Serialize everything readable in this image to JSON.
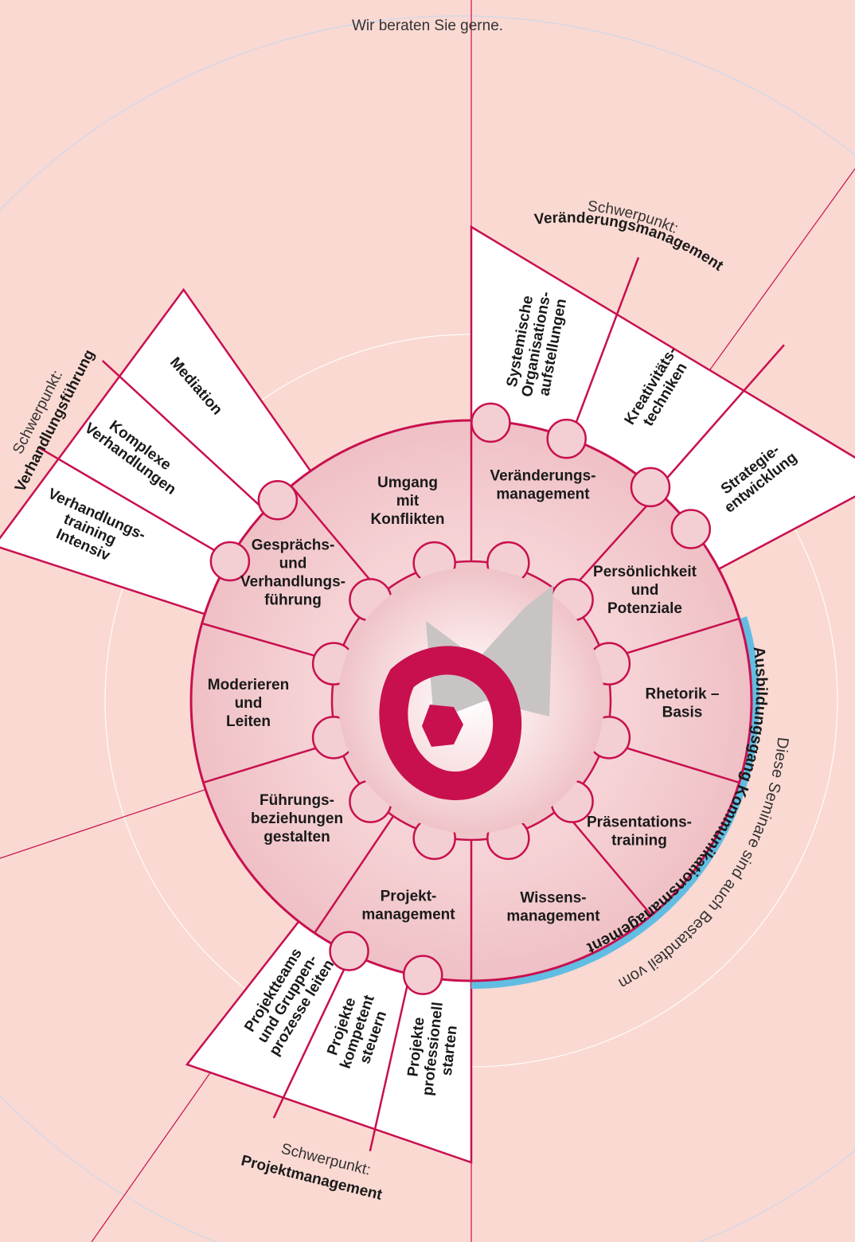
{
  "top_note": "Wir beraten Sie gerne.",
  "colors": {
    "background": "#fad9d2",
    "accent": "#c8104f",
    "wheel_fill": "#f1c4c9",
    "hub_fill": "#f7d8dc",
    "blade_fill": "#ffffff",
    "band": "#62bde3",
    "logo_gray": "#c9c4c4"
  },
  "segments": [
    {
      "id": "veraenderungsmanagement",
      "lines": [
        "Veränderungs-",
        "management"
      ]
    },
    {
      "id": "persoenlichkeit",
      "lines": [
        "Persönlichkeit",
        "und",
        "Potenziale"
      ]
    },
    {
      "id": "rhetorik",
      "lines": [
        "Rhetorik –",
        "Basis"
      ]
    },
    {
      "id": "praesentation",
      "lines": [
        "Präsentations-",
        "training"
      ]
    },
    {
      "id": "wissensmanagement",
      "lines": [
        "Wissens-",
        "management"
      ]
    },
    {
      "id": "projektmanagement",
      "lines": [
        "Projekt-",
        "management"
      ]
    },
    {
      "id": "fuehrungsbeziehungen",
      "lines": [
        "Führungs-",
        "beziehungen",
        "gestalten"
      ]
    },
    {
      "id": "moderieren",
      "lines": [
        "Moderieren",
        "und",
        "Leiten"
      ]
    },
    {
      "id": "gespraechsfuehrung",
      "lines": [
        "Gesprächs-",
        "und",
        "Verhandlungs-",
        "führung"
      ]
    },
    {
      "id": "konflikte",
      "lines": [
        "Umgang",
        "mit",
        "Konflikten"
      ]
    }
  ],
  "schwerpunkte": [
    {
      "id": "veraenderung",
      "prefix": "Schwerpunkt:",
      "title": "Veränderungsmanagement",
      "blades": [
        {
          "lines": [
            "Systemische",
            "Organisations-",
            "aufstellungen"
          ]
        },
        {
          "lines": [
            "Kreativitäts-",
            "techniken"
          ]
        },
        {
          "lines": [
            "Strategie-",
            "entwicklung"
          ]
        }
      ]
    },
    {
      "id": "verhandlung",
      "prefix": "Schwerpunkt:",
      "title": "Verhandlungsführung",
      "blades": [
        {
          "lines": [
            "Mediation"
          ]
        },
        {
          "lines": [
            "Komplexe",
            "Verhandlungen"
          ]
        },
        {
          "lines": [
            "Verhandlungs-",
            "training",
            "Intensiv"
          ]
        }
      ]
    },
    {
      "id": "projekt",
      "prefix": "Schwerpunkt:",
      "title": "Projektmanagement",
      "blades": [
        {
          "lines": [
            "Projektteams",
            "und Gruppen-",
            "prozesse leiten"
          ]
        },
        {
          "lines": [
            "Projekte",
            "kompetent",
            "steuern"
          ]
        },
        {
          "lines": [
            "Projekte",
            "professionell",
            "starten"
          ]
        }
      ]
    }
  ],
  "ausbildung": {
    "line1": "Diese Seminare sind auch Bestandteil vom",
    "line2": "Ausbildungsgang Kommunikationsmanagement"
  }
}
